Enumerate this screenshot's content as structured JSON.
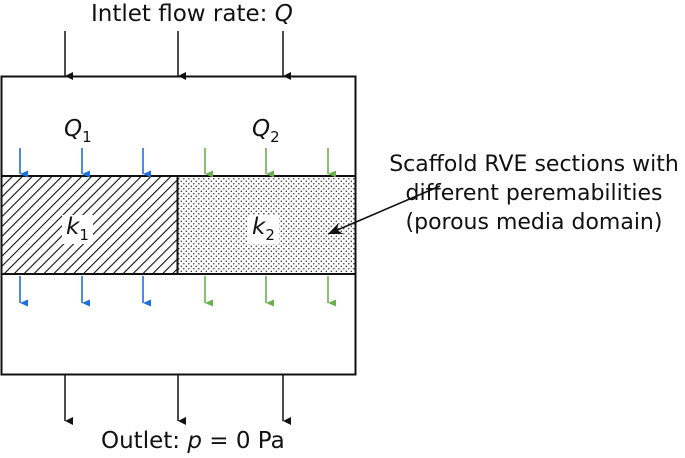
{
  "top_label": {
    "text": "Intlet flow rate: ",
    "symbol": "Q"
  },
  "bottom_label": {
    "text": "Outlet: ",
    "symbol": "p",
    "rest": " = 0 Pa"
  },
  "q1": {
    "symbol": "Q",
    "sub": "1"
  },
  "q2": {
    "symbol": "Q",
    "sub": "2"
  },
  "k1": {
    "symbol": "k",
    "sub": "1"
  },
  "k2": {
    "symbol": "k",
    "sub": "2"
  },
  "callout": {
    "line1": "Scaffold RVE sections with",
    "line2": "different peremabilities",
    "line3": "(porous media domain)"
  },
  "colors": {
    "line": "#111111",
    "blue": "#1f6fe0",
    "green": "#6ab04c"
  }
}
